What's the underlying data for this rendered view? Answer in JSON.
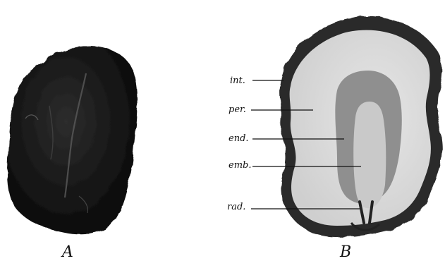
{
  "figure": {
    "panel_a": {
      "caption": "A"
    },
    "panel_b": {
      "caption": "B",
      "labels": [
        {
          "key": "int",
          "text": "int."
        },
        {
          "key": "per",
          "text": "per."
        },
        {
          "key": "end",
          "text": "end."
        },
        {
          "key": "emb",
          "text": "emb."
        },
        {
          "key": "rad",
          "text": "rad."
        }
      ]
    }
  },
  "colors": {
    "seed_dark": "#161616",
    "seed_highlight": "#5a5a5a",
    "integument": "#2a2a2a",
    "perisperm": "#d9d9d9",
    "endosperm": "#8f8f8f",
    "embryo": "#c9c9c9",
    "radicle": "#222222"
  }
}
